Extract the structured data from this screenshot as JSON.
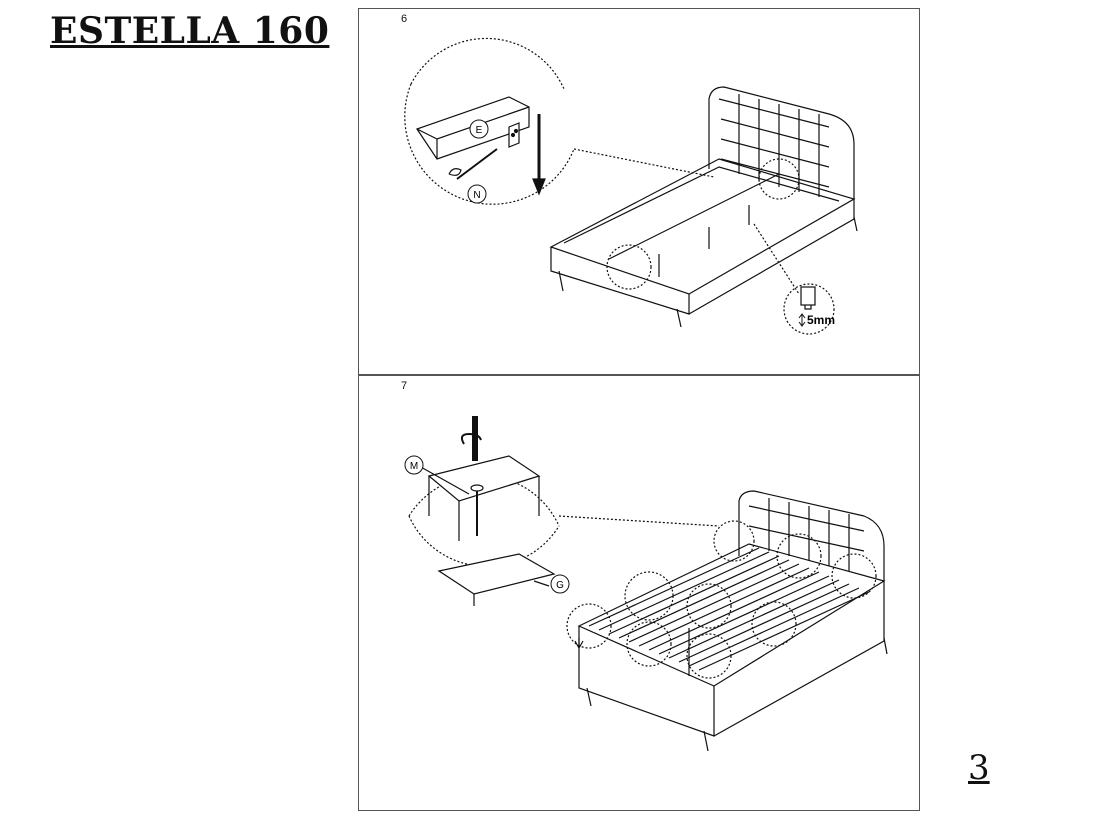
{
  "document": {
    "title": "ESTELLA 160",
    "page_number": "3"
  },
  "steps": [
    {
      "number": "6",
      "callouts": [
        "E",
        "N"
      ],
      "measurement": "5mm"
    },
    {
      "number": "7",
      "callouts": [
        "M",
        "G"
      ]
    }
  ]
}
